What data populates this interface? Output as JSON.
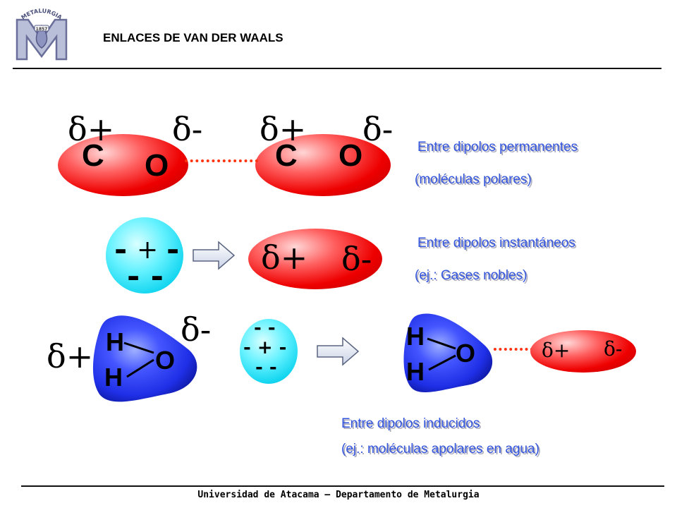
{
  "header": {
    "title": "ENLACES DE VAN DER WAALS",
    "logo_text": "METALURGIA",
    "logo_year": "1857"
  },
  "footer": {
    "text": "Universidad de Atacama – Departamento de Metalurgia"
  },
  "symbols": {
    "delta_plus": "δ+",
    "delta_minus": "δ-",
    "carbon": "C",
    "oxygen": "O",
    "hydrogen": "H",
    "plus": "+",
    "minus": "-",
    "minus_pair": "- -",
    "minus_plus_minus": "- + -"
  },
  "notes": {
    "permanent_line1": "Entre dipolos permanentes",
    "permanent_line2": "(moléculas polares)",
    "instant_line1": "Entre dipolos instantáneos",
    "instant_line2": "(ej.: Gases nobles)",
    "induced_line1": "Entre dipolos inducidos",
    "induced_line2": "(ej.: moléculas apolares en agua)"
  },
  "colors": {
    "note_text": "#3355dd",
    "dipole_red": "#ee0000",
    "water_blue": "#1f2fe6",
    "atom_cyan": "#14d6f0",
    "bond_dots": "#ff3311"
  }
}
